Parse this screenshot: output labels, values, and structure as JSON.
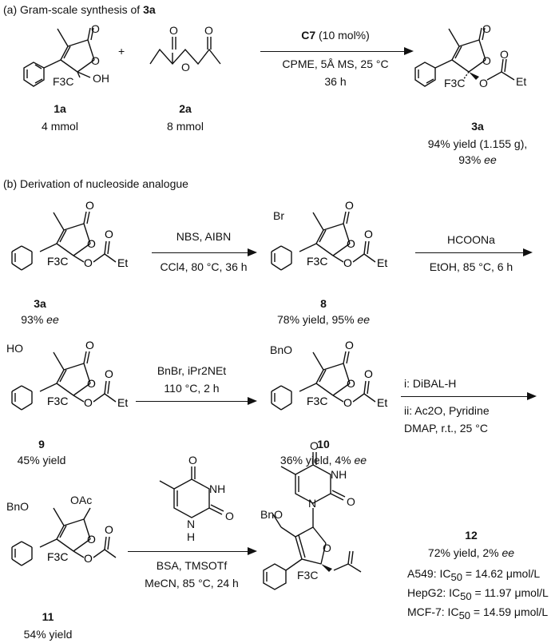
{
  "section_a": {
    "title_prefix": "(a) Gram-scale synthesis of ",
    "title_bold": "3a",
    "reactant1": {
      "label": "1a",
      "amount": "4 mmol",
      "oh": "OH",
      "cf3": "F3C"
    },
    "plus": "+",
    "reactant2": {
      "label": "2a",
      "amount": "8 mmol"
    },
    "catalyst_bold": "C7",
    "catalyst_rest": " (10 mol%)",
    "conditions": "CPME, 5Å MS, 25 °C",
    "time": "36 h",
    "product": {
      "label": "3a",
      "yield": "94% yield (1.155 g),",
      "ee_value": "93% ",
      "ee": "ee"
    }
  },
  "section_b": {
    "title": "(b) Derivation of nucleoside analogue",
    "step1": {
      "reagents": "NBS, AIBN",
      "conditions": "CCl4, 80 °C, 36 h"
    },
    "step2": {
      "reagents": "HCOONa",
      "conditions": "EtOH, 85 °C, 6 h"
    },
    "step3": {
      "reagents": "BnBr, iPr2NEt",
      "conditions": "110 °C, 2 h"
    },
    "step4": {
      "line1": "i: DiBAL-H",
      "line2": "ii: Ac2O, Pyridine",
      "line3": "DMAP, r.t., 25 °C"
    },
    "step5": {
      "reagents": "BSA, TMSOTf",
      "conditions": "MeCN, 85 °C, 24 h"
    },
    "cmpd_3a": {
      "label": "3a",
      "note_value": "93% ",
      "note_ee": "ee"
    },
    "cmpd_8": {
      "label": "8",
      "note": "78% yield, 95% ",
      "note_ee": "ee",
      "br": "Br"
    },
    "cmpd_9": {
      "label": "9",
      "note": "45% yield",
      "ho": "HO"
    },
    "cmpd_10": {
      "label": "10",
      "note": "36% yield, 4% ",
      "note_ee": "ee",
      "bno": "BnO"
    },
    "cmpd_11": {
      "label": "11",
      "note": "54% yield",
      "oac": "OAc",
      "bno": "BnO"
    },
    "cmpd_12": {
      "label": "12",
      "note": "72% yield, 2% ",
      "note_ee": "ee",
      "bno": "BnO",
      "ic50": [
        {
          "cell": "A549: IC",
          "value": " = 14.62 μmol/L"
        },
        {
          "cell": "HepG2: IC",
          "value": " = 11.97 μmol/L"
        },
        {
          "cell": "MCF-7: IC",
          "value": " = 14.59 μmol/L"
        }
      ]
    },
    "atoms": {
      "O": "O",
      "Et": "Et",
      "NH": "NH",
      "N": "N",
      "H": "H"
    }
  }
}
